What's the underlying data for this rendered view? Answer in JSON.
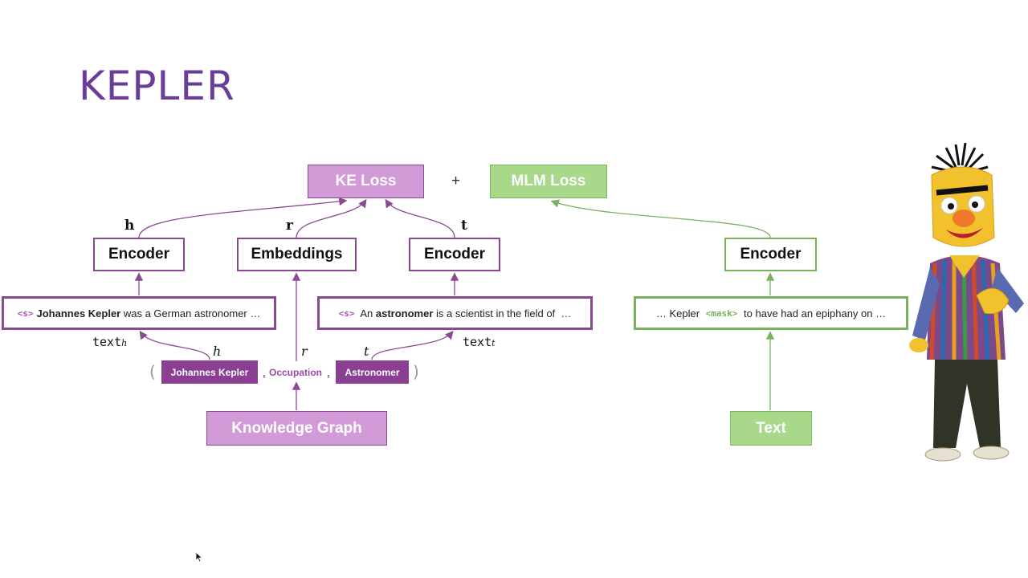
{
  "slide": {
    "title": "KEPLER"
  },
  "losses": {
    "ke": "KE Loss",
    "plus": "+",
    "mlm": "MLM Loss"
  },
  "encoders": {
    "head": "Encoder",
    "relation": "Embeddings",
    "tail": "Encoder",
    "mlm": "Encoder"
  },
  "symbols": {
    "head_bold": "h",
    "relation_bold": "r",
    "tail_bold": "t",
    "head_italic": "h",
    "relation_italic": "r",
    "tail_italic": "t",
    "text_head_base": "text",
    "text_head_sub": "h",
    "text_tail_base": "text",
    "text_tail_sub": "t"
  },
  "descriptions": {
    "head": {
      "token": "<s>",
      "entity": "Johannes Kepler",
      "rest": " was a German astronomer …"
    },
    "tail": {
      "token": "<s>",
      "pre": " An ",
      "entity": "astronomer",
      "rest": " is a scientist in the field of  …"
    },
    "mlm": {
      "pre": "… Kepler ",
      "token": "<mask>",
      "rest": " to have had an epiphany on …"
    }
  },
  "triple": {
    "open_paren": "(",
    "head": "Johannes Kepler",
    "comma1": ",",
    "relation": "Occupation",
    "comma2": ",",
    "tail": "Astronomer",
    "close_paren": ")"
  },
  "sources": {
    "kg": "Knowledge Graph",
    "text": "Text"
  },
  "colors": {
    "title": "#6a3d9a",
    "ke_fill": "#d39ad8",
    "mlm_fill": "#a8d88a",
    "purple_line": "#8a4a92",
    "green_line": "#7ab05e",
    "entity_fill": "#8a3f93"
  },
  "icons": {
    "character": "bert-muppet-image",
    "cursor": "mouse-pointer-icon"
  }
}
